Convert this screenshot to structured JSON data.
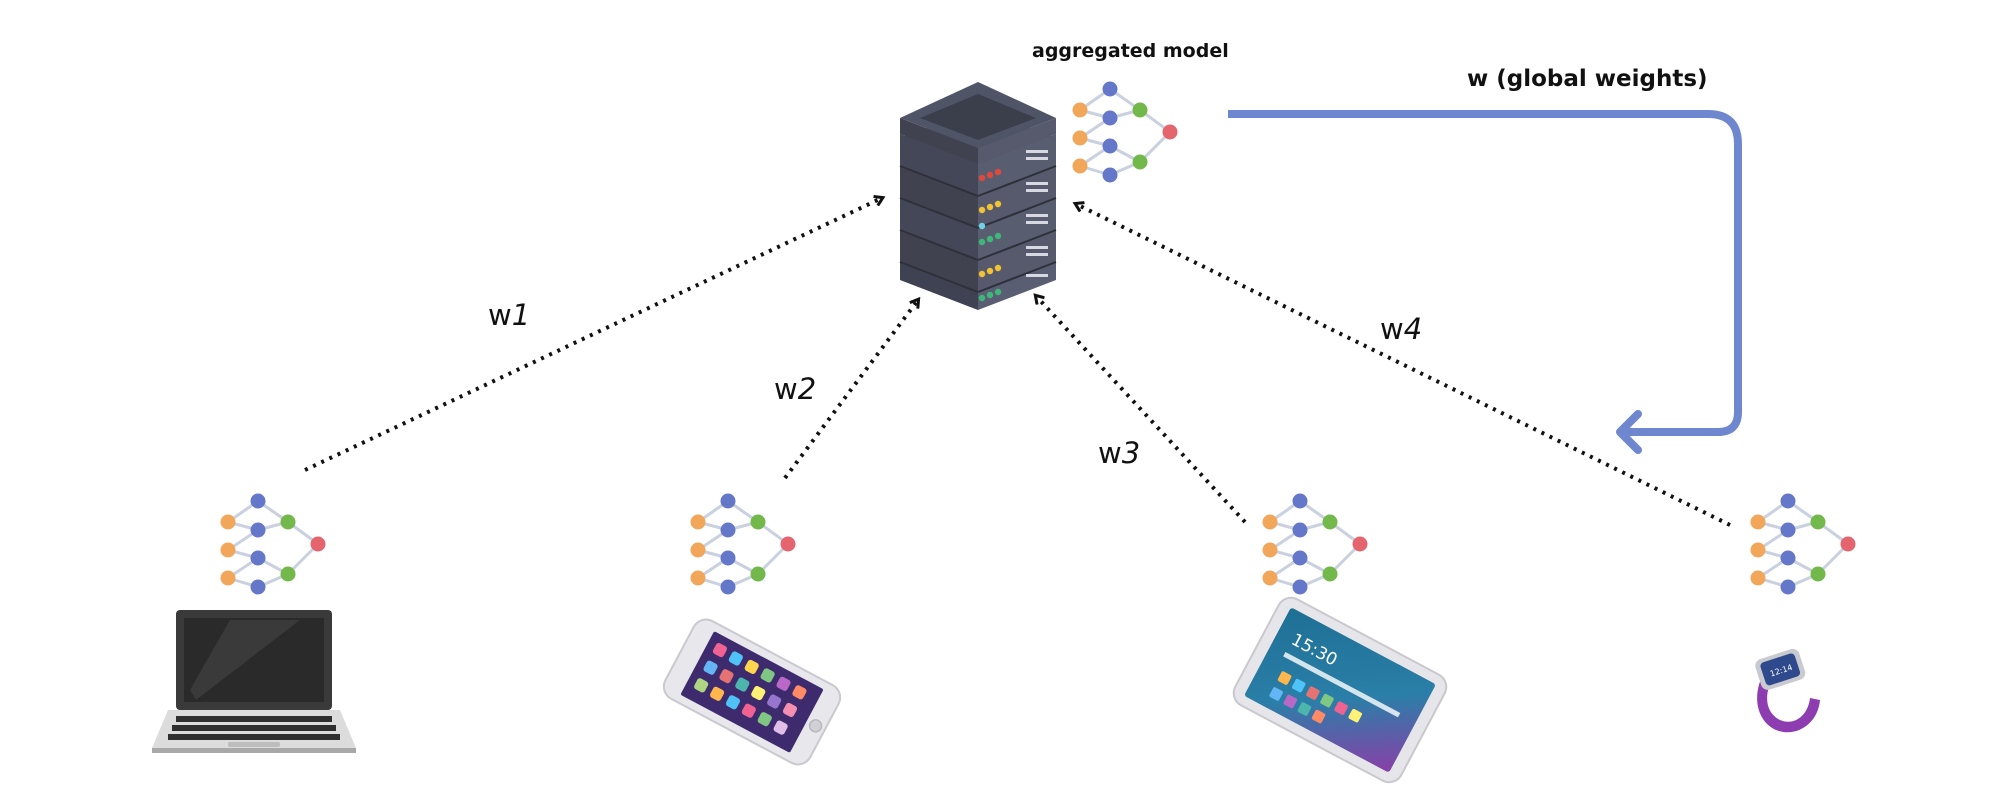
{
  "labels": {
    "aggregated_model": "aggregated model",
    "global_weights": "w (global weights)",
    "w1": {
      "base": "w",
      "index": "1"
    },
    "w2": {
      "base": "w",
      "index": "2"
    },
    "w3": {
      "base": "w",
      "index": "3"
    },
    "w4": {
      "base": "w",
      "index": "4"
    }
  },
  "colors": {
    "node_input": "#F2A65A",
    "node_hidden": "#6477C9",
    "node_layer2": "#72B84A",
    "node_output": "#E5656F",
    "edge": "#C9D0DF",
    "feedback_arrow": "#6F87CF",
    "dotted_arrow": "#111111"
  },
  "devices": [
    "laptop-icon",
    "smartphone-icon",
    "tablet-icon",
    "smartwatch-icon"
  ],
  "server_icon": "server-rack-icon",
  "network_icon": "neural-network-icon"
}
